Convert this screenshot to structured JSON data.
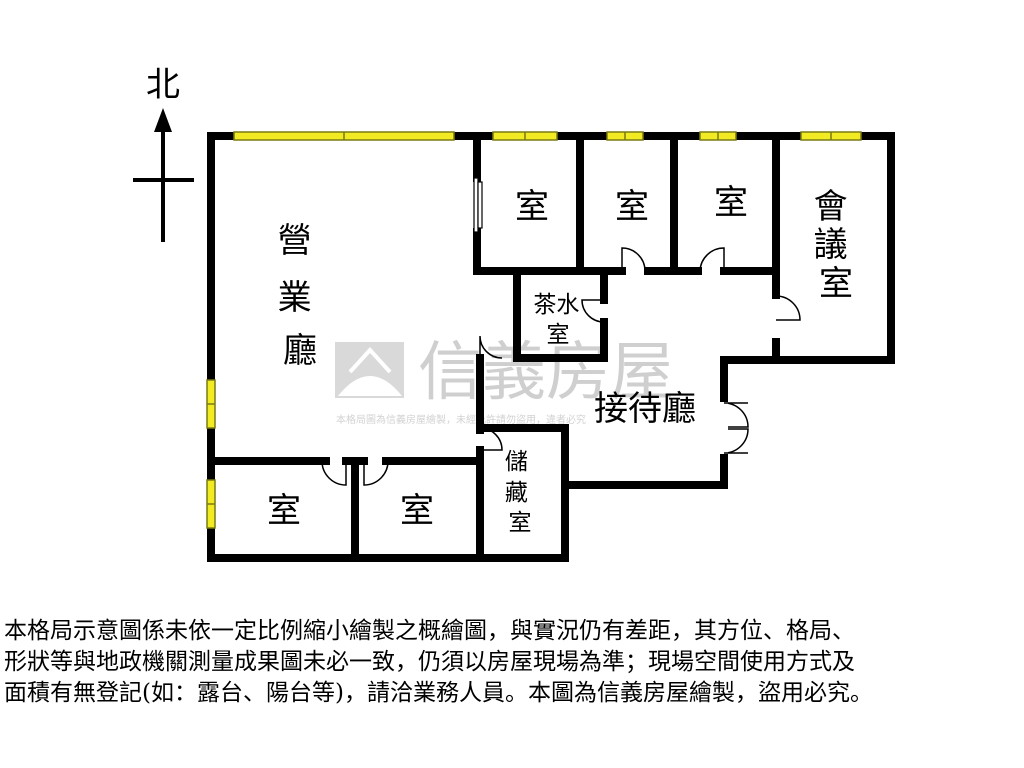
{
  "compass": {
    "north_label": "北"
  },
  "rooms": {
    "business_hall": [
      "營",
      "業",
      "廳"
    ],
    "room_top_1": "室",
    "room_top_2": "室",
    "room_top_3": "室",
    "meeting_room": [
      "會",
      "議",
      "室"
    ],
    "tea_room": [
      "茶水",
      "室"
    ],
    "reception": "接待廳",
    "storage": [
      "儲",
      "藏",
      "室"
    ],
    "room_bottom_1": "室",
    "room_bottom_2": "室"
  },
  "watermark": {
    "brand": "信義房屋",
    "notice": "本格局圖為信義房屋繪製，未經允許請勿盜用，違者必究"
  },
  "colors": {
    "wall": "#000000",
    "window_fill": "#f2ea22",
    "window_edge": "#7a7a14",
    "watermark": "#cfcfcf"
  },
  "disclaimer": "本格局示意圖係未依一定比例縮小繪製之概繪圖，與實況仍有差距，其方位、格局、\n形狀等與地政機關測量成果圖未必一致，仍須以房屋現場為準；現場空間使用方式及\n面積有無登記(如：露台、陽台等)，請洽業務人員。本圖為信義房屋繪製，盜用必究。"
}
